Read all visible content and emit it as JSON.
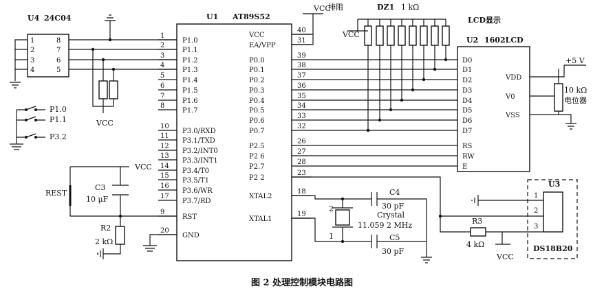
{
  "title": "图 2  处理控制模块电路图",
  "u1": {
    "ref": "U1",
    "part": "AT89S52",
    "left_pins": [
      {
        "num": "1",
        "name": "P1.0"
      },
      {
        "num": "2",
        "name": "P1.1"
      },
      {
        "num": "3",
        "name": "P1.2"
      },
      {
        "num": "4",
        "name": "P1.3"
      },
      {
        "num": "5",
        "name": "P1.4"
      },
      {
        "num": "6",
        "name": "P1.5"
      },
      {
        "num": "7",
        "name": "P1.6"
      },
      {
        "num": "8",
        "name": "P1.7"
      },
      {
        "num": "10",
        "name": "P3.0/RXD"
      },
      {
        "num": "11",
        "name": "P3.1/TXD"
      },
      {
        "num": "12",
        "name": "P3.2/INT0"
      },
      {
        "num": "13",
        "name": "P3.3/INT1"
      },
      {
        "num": "14",
        "name": "P3.4/T0"
      },
      {
        "num": "15",
        "name": "P3.5/T1"
      },
      {
        "num": "16",
        "name": "P3.6/WR"
      },
      {
        "num": "17",
        "name": "P3.7/RD"
      },
      {
        "num": "9",
        "name": "RST"
      },
      {
        "num": "20",
        "name": "GND"
      }
    ],
    "right_pins": [
      {
        "num": "40",
        "name": "VCC"
      },
      {
        "num": "31",
        "name": "EA/VPP"
      },
      {
        "num": "39",
        "name": "P0.0"
      },
      {
        "num": "38",
        "name": "P0.1"
      },
      {
        "num": "37",
        "name": "P0.2"
      },
      {
        "num": "36",
        "name": "P0.3"
      },
      {
        "num": "35",
        "name": "P0.4"
      },
      {
        "num": "34",
        "name": "P0.5"
      },
      {
        "num": "33",
        "name": "P0.6"
      },
      {
        "num": "32",
        "name": "P0.7"
      },
      {
        "num": "26",
        "name": "P2.5"
      },
      {
        "num": "27",
        "name": "P2 6"
      },
      {
        "num": "28",
        "name": "P2.7"
      },
      {
        "num": "23",
        "name": "P2 2"
      },
      {
        "num": "18",
        "name": "XTAL2"
      },
      {
        "num": "19",
        "name": "XTAL1"
      }
    ]
  },
  "u2": {
    "ref": "U2",
    "part": "1602LCD",
    "header": "LCD显示",
    "left_pins": [
      "D0",
      "D1",
      "D2",
      "D3",
      "D4",
      "D5",
      "D6",
      "D7",
      "RS",
      "RW",
      "E"
    ],
    "right_pins": [
      "VDD",
      "V0",
      "VSS"
    ]
  },
  "u3": {
    "ref": "U3",
    "part": "DS18B20",
    "pins": [
      "1",
      "2",
      "3"
    ]
  },
  "u4": {
    "ref": "U4",
    "part": "24C04",
    "left": [
      "1",
      "2",
      "3",
      "4"
    ],
    "right": [
      "8",
      "7",
      "6",
      "5"
    ]
  },
  "labels": {
    "vcc": "VCC",
    "vcc_top": "VCC",
    "pai_zu": "排阻",
    "dz": "DZ1",
    "dz_val": "1 kΩ",
    "plus5": "+5 V",
    "pot_val": "10 kΩ",
    "pot_name": "电位器",
    "sw1": "P1.0",
    "sw2": "P1.1",
    "sw3": "P3.2",
    "rest": "REST",
    "c3": "C3",
    "c3_val": "10 μF",
    "r2": "R2",
    "r2_val": "2 kΩ",
    "c4": "C4",
    "c4_val": "30 pF",
    "c5": "C5",
    "c5_val": "30 pF",
    "crystal": "Crystal",
    "crystal_val": "11.059 2 MHz",
    "xt2": "2",
    "xt1": "1",
    "r3": "R3",
    "r3_val": "4 kΩ"
  }
}
